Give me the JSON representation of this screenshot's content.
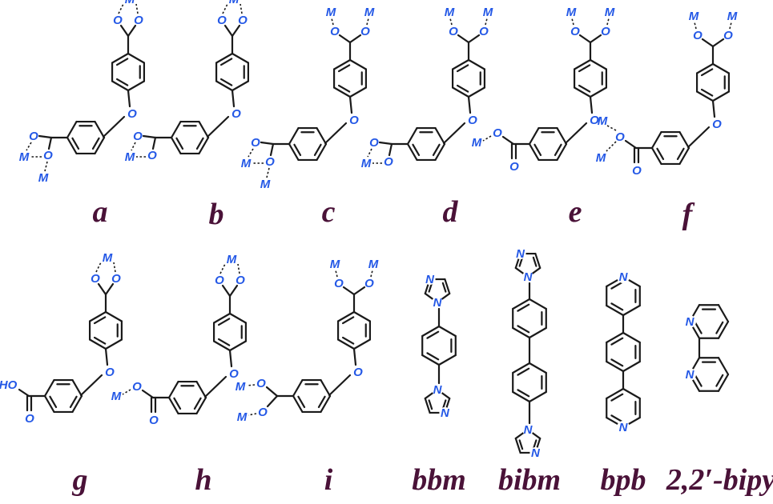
{
  "colors": {
    "bond": "#1a1a1a",
    "atom_label": "#2458e6",
    "caption": "#4a1238",
    "background": "#ffffff"
  },
  "atom_text": {
    "metal": "M",
    "oxygen": "O",
    "nitrogen": "N",
    "hydroxyl": "HO"
  },
  "structures": [
    {
      "id": "a",
      "label": "a",
      "top": "bidentate-bridge",
      "bottom": "bridging-three-metal"
    },
    {
      "id": "b",
      "label": "b",
      "top": "bidentate-bridge",
      "bottom": "chelating-bridge"
    },
    {
      "id": "c",
      "label": "c",
      "top": "bis-monodentate",
      "bottom": "bridging-three-metal"
    },
    {
      "id": "d",
      "label": "d",
      "top": "bis-monodentate",
      "bottom": "chelating-bridge"
    },
    {
      "id": "e",
      "label": "e",
      "top": "bis-monodentate",
      "bottom": "monodentate-carboxylate"
    },
    {
      "id": "f",
      "label": "f",
      "top": "bis-monodentate",
      "bottom": "mu2-oxygen-carboxylate"
    },
    {
      "id": "g",
      "label": "g",
      "top": "bidentate-bridge",
      "bottom": "free-acid"
    },
    {
      "id": "h",
      "label": "h",
      "top": "bidentate-bridge",
      "bottom": "monodentate-carboxylate"
    },
    {
      "id": "i",
      "label": "i",
      "top": "bis-monodentate",
      "bottom": "bis-monodentate-left"
    },
    {
      "id": "bbm",
      "label": "bbm"
    },
    {
      "id": "bibm",
      "label": "bibm"
    },
    {
      "id": "bpb",
      "label": "bpb"
    },
    {
      "id": "bipy",
      "label": "2,2′-bipy"
    }
  ]
}
